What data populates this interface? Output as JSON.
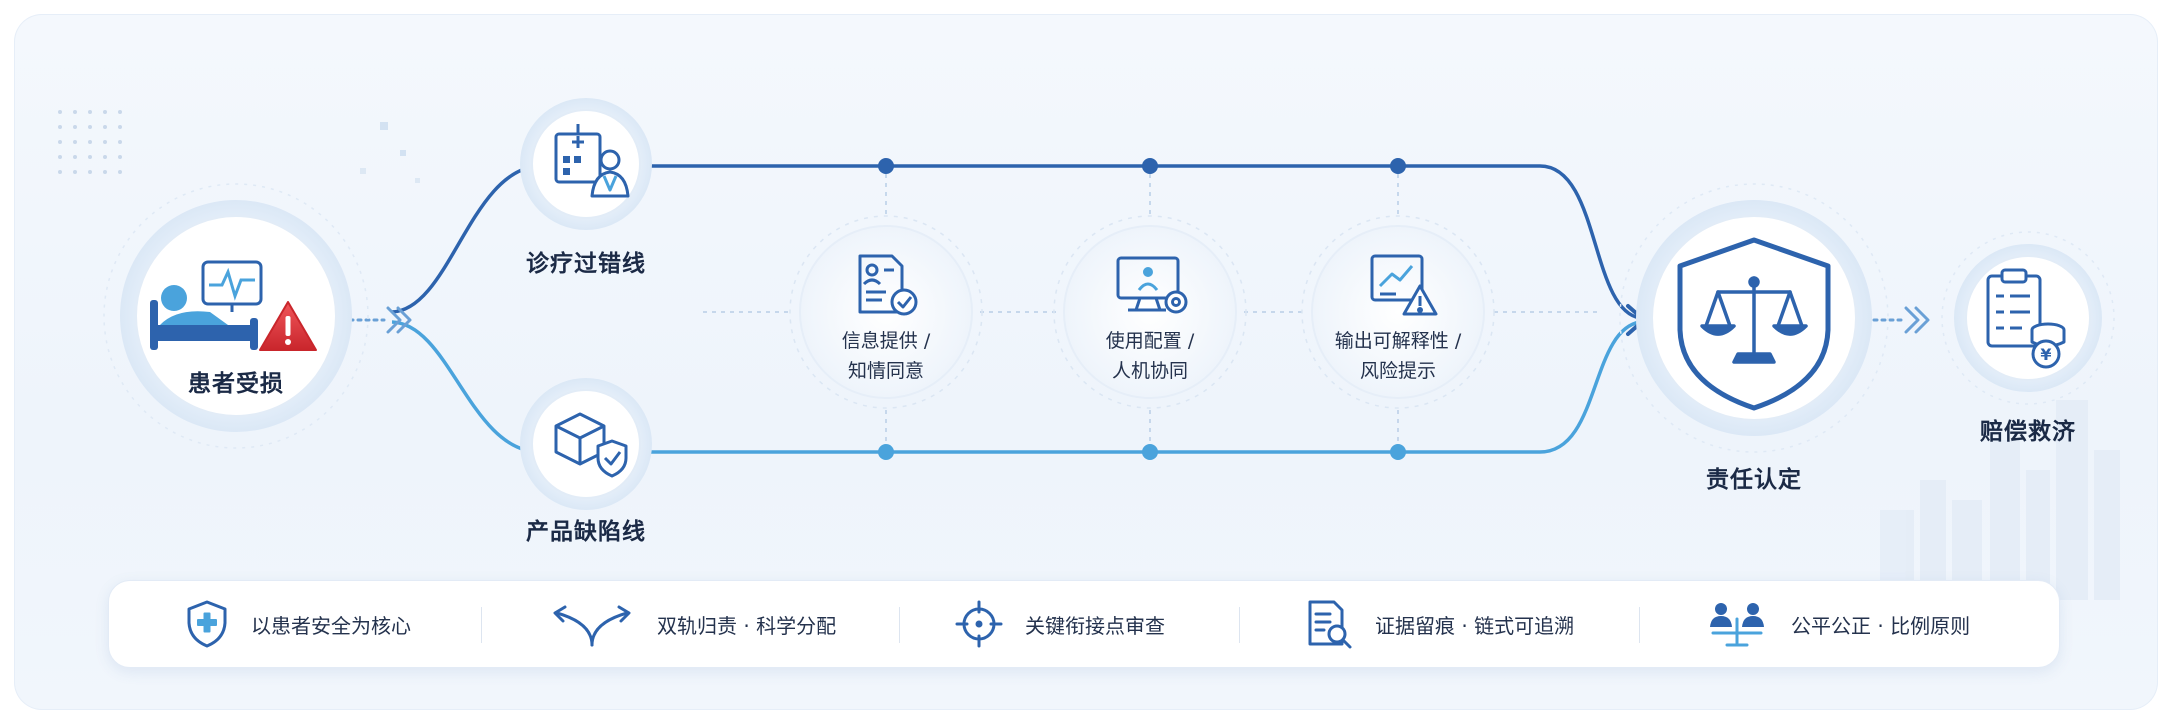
{
  "nodes": {
    "patient": "患者受损",
    "medical_line": "诊疗过错线",
    "product_line": "产品缺陷线",
    "liability": "责任认定",
    "compensation": "赔偿救济"
  },
  "checkpoints": [
    {
      "line1": "信息提供 /",
      "line2": "知情同意"
    },
    {
      "line1": "使用配置 /",
      "line2": "人机协同"
    },
    {
      "line1": "输出可解释性 /",
      "line2": "风险提示"
    }
  ],
  "principles": [
    {
      "text": "以患者安全为核心",
      "icon": "shield-plus-icon"
    },
    {
      "text": "双轨归责 · 科学分配",
      "icon": "split-arrows-icon"
    },
    {
      "text": "关键衔接点审查",
      "icon": "crosshair-icon"
    },
    {
      "text": "证据留痕 · 链式可追溯",
      "icon": "document-search-icon"
    },
    {
      "text": "公平公正 · 比例原则",
      "icon": "people-balance-icon"
    }
  ],
  "colors": {
    "dark_blue": "#2d63ad",
    "light_blue": "#4aa3dc",
    "alert_red": "#e0393e"
  }
}
